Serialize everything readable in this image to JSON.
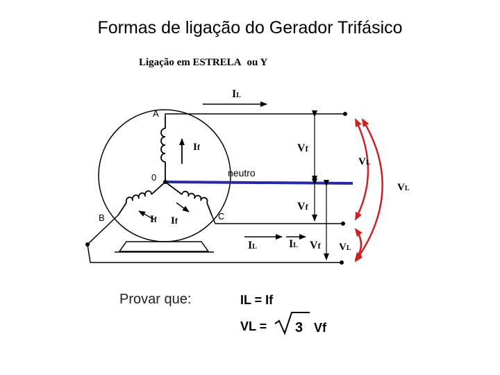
{
  "slide": {
    "title": "Formas de ligação do Gerador Trifásico"
  },
  "diagram": {
    "heading_main": "Ligação em ESTRELA",
    "heading_suffix": "ou Y",
    "nodes": {
      "a": "A",
      "zero": "0",
      "b": "B",
      "c": "C"
    },
    "labels": {
      "il": "I",
      "il_sub": "L",
      "if_sym": "I",
      "if_sub": "f",
      "vf_sym": "V",
      "vf_sub": "f",
      "vl_sym": "V",
      "vl_sub": "L",
      "neutro": "neutro"
    }
  },
  "proof": {
    "prompt": "Provar que:",
    "eq1": "IL = If",
    "eq2_lhs": "VL =",
    "eq2_radicand": "3",
    "eq2_tail": "Vf"
  },
  "colors": {
    "neutral_line": "#2a2aa0",
    "voltage_arrows": "#cc2222",
    "wires": "#000000"
  }
}
